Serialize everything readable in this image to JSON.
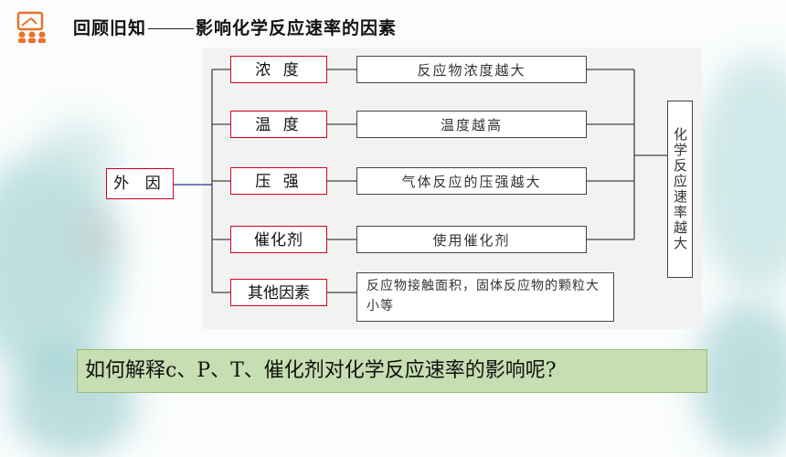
{
  "title": {
    "prefix": "回顾旧知",
    "main": "影响化学反应速率的因素"
  },
  "outer_factor": "外 因",
  "factors": [
    {
      "label": "浓 度",
      "effect": "反应物浓度越大"
    },
    {
      "label": "温 度",
      "effect": "温度越高"
    },
    {
      "label": "压 强",
      "effect": "气体反应的压强越大"
    },
    {
      "label": "催化剂",
      "effect": "使用催化剂"
    },
    {
      "label": "其他因素",
      "effect": "反应物接触面积，固体反应物的颗粒大小等"
    }
  ],
  "result": "化学反应速率越大",
  "question": "如何解释c、P、T、催化剂对化学反应速率的影响呢?",
  "colors": {
    "highlight_border": "#d0021b",
    "question_bg": "#c6deb1",
    "accent_icon": "#e9732a"
  }
}
